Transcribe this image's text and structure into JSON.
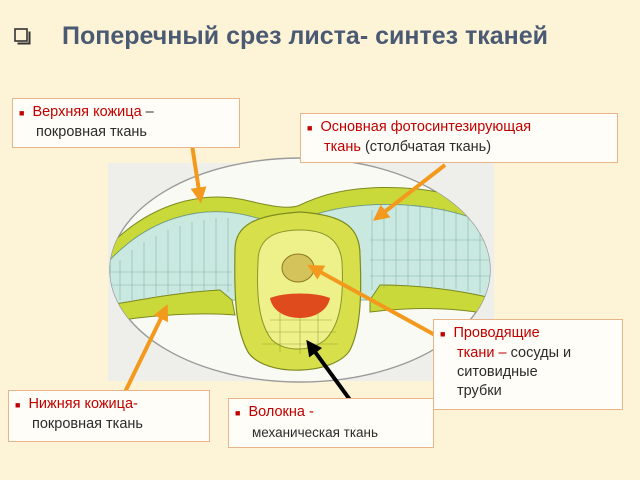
{
  "title": "Поперечный срез листа- синтез тканей",
  "labels": {
    "upper_epidermis": {
      "hl": "Верхняя кожица",
      "rest1": " –",
      "line2": "покровная ткань"
    },
    "ground_tissue": {
      "hl": "Основная фотосинтезирующая",
      "line2_hl": "ткань",
      "line2_rest": " (столбчатая ткань)"
    },
    "vascular": {
      "hl1": "Проводящие",
      "hl2": "ткани –",
      "rest2": " сосуды и",
      "line3": "ситовидные",
      "line4": "трубки"
    },
    "lower_epidermis": {
      "hl": "Нижняя кожица-",
      "line2": "покровная ткань"
    },
    "fibers": {
      "hl": "Волокна -",
      "line2": "механическая ткань"
    }
  },
  "colors": {
    "title": "#4a5a73",
    "highlight": "#c00000",
    "arrow_orange": "#f39a1e",
    "arrow_black": "#000000",
    "epidermis_yellow": "#c9d93a",
    "cell_blue": "#c8e8e0",
    "xylem_red": "#e04b1d"
  }
}
